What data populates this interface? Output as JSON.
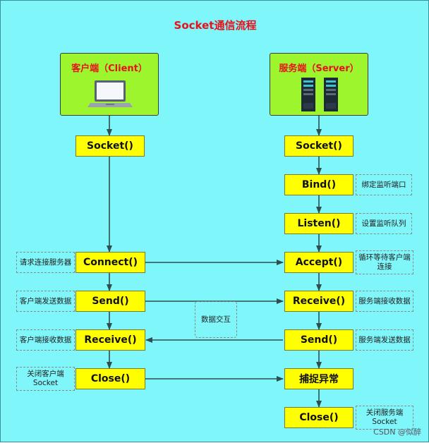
{
  "title": "Socket通信流程",
  "client": {
    "header": "客户端（Client）",
    "socket": "Socket()",
    "connect": "Connect()",
    "send": "Send()",
    "receive": "Receive()",
    "close": "Close()",
    "notes": {
      "connect": "请求连接服务器",
      "send": "客户端发送数据",
      "receive": "客户端接收数据",
      "close_line1": "关闭客户端",
      "close_line2": "Socket"
    }
  },
  "server": {
    "header": "服务端（Server）",
    "socket": "Socket()",
    "bind": "Bind()",
    "listen": "Listen()",
    "accept": "Accept()",
    "receive": "Receive()",
    "send": "Send()",
    "exception": "捕捉异常",
    "close": "Close()",
    "notes": {
      "bind": "绑定监听端口",
      "listen": "设置监听队列",
      "accept_line1": "循环等待客户端",
      "accept_line2": "连接",
      "receive": "服务端接收数据",
      "send": "服务端发送数据",
      "close_line1": "关闭服务端",
      "close_line2": "Socket"
    }
  },
  "exchange": "数据交互",
  "watermark": "CSDN @似醉",
  "colors": {
    "background": "#7ff6f9",
    "node": "#ffff00",
    "header_box": "#9cf52d",
    "title_text": "#e8101b"
  },
  "icons": {
    "client": "laptop-icon",
    "server": "server-rack-icon"
  }
}
